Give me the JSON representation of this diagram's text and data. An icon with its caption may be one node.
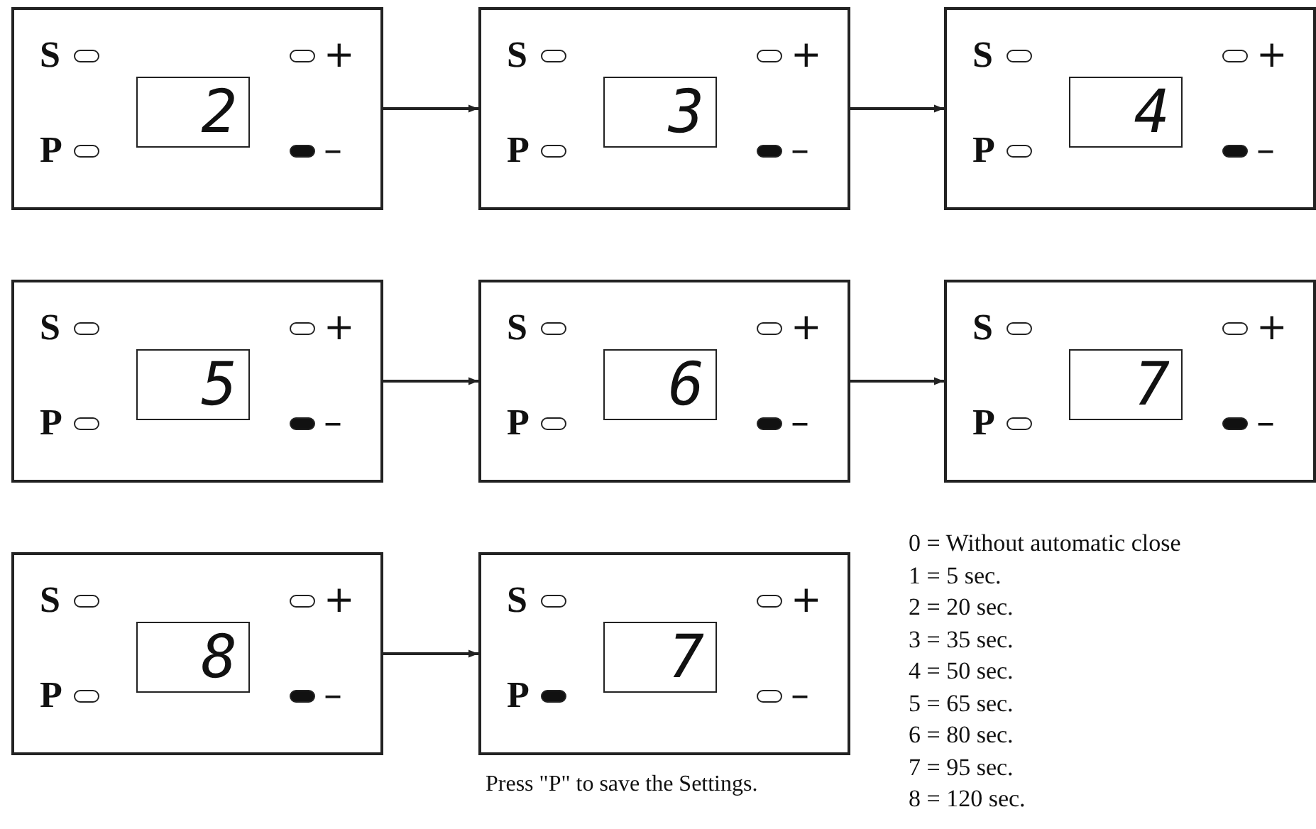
{
  "diagram": {
    "nodes": [
      {
        "text": [
          "S",
          "+",
          "P",
          "–"
        ]
      },
      {
        "text": [
          "2"
        ],
        "in": 0
      },
      {
        "text": [
          "S",
          "+",
          "P",
          "–"
        ]
      },
      {
        "text": [
          "3"
        ],
        "in": 2
      },
      {
        "text": [
          "S",
          "+",
          "P",
          "–"
        ]
      },
      {
        "text": [
          "4"
        ],
        "in": 4
      },
      {
        "text": [
          "S",
          "+",
          "P",
          "–"
        ]
      },
      {
        "text": [
          "5"
        ],
        "in": 6
      },
      {
        "text": [
          "S",
          "+",
          "P",
          "–"
        ]
      },
      {
        "text": [
          "6"
        ],
        "in": 8
      },
      {
        "text": [
          "S",
          "+",
          "P",
          "–"
        ]
      },
      {
        "text": [
          "7"
        ],
        "in": 10
      },
      {
        "text": [
          "S",
          "+",
          "P",
          "–"
        ]
      },
      {
        "text": [
          "8"
        ],
        "in": 12
      },
      {
        "text": [
          "S",
          "+",
          "P",
          "–"
        ],
        "beside": [
          "Press \"P\" to save the Settings."
        ]
      },
      {
        "text": [
          "7"
        ],
        "in": 14
      }
    ],
    "edges": [
      {
        "from": 0,
        "to": 2,
        "arrow": "to"
      },
      {
        "from": 2,
        "to": 4,
        "arrow": "to"
      },
      {
        "from": 6,
        "to": 8,
        "arrow": "to"
      },
      {
        "from": 8,
        "to": 10,
        "arrow": "to"
      },
      {
        "from": 12,
        "to": 14,
        "arrow": "to"
      }
    ],
    "labels": [
      "0 = Without automatic close",
      "1 = 5 sec.",
      "2 = 20 sec.",
      "3 = 35 sec.",
      "4 = 50 sec.",
      "5 = 65 sec.",
      "6 = 80 sec.",
      "7 = 95 sec.",
      "8 = 120 sec."
    ]
  }
}
